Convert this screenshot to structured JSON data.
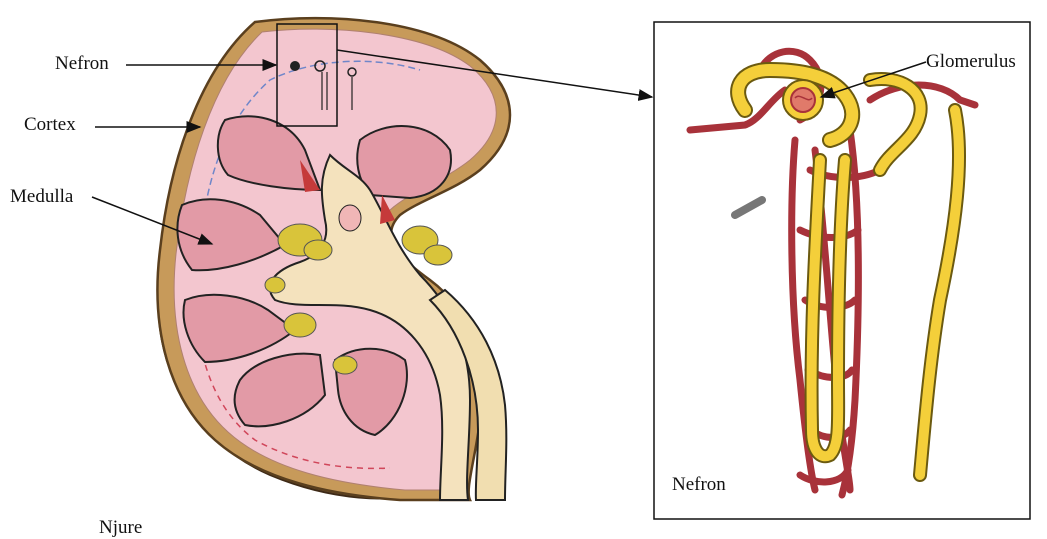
{
  "figure": {
    "labels": {
      "nephron_pointer": "Nefron",
      "cortex": "Cortex",
      "medulla": "Medulla",
      "glomerulus": "Glomerulus",
      "nephron_box_caption": "Nefron",
      "kidney_caption": "Njure"
    },
    "colors": {
      "cortex": "#f3c6cf",
      "pyramid": "#e29aa6",
      "capsule": "#b58a4a",
      "pelvis": "#f4e2bd",
      "ureter": "#f1deb0",
      "fat": "#d9c43a",
      "outer_shadow": "#7a5a3a",
      "blood_vessel": "#a8323a",
      "tubule": "#f4cf3a"
    }
  }
}
